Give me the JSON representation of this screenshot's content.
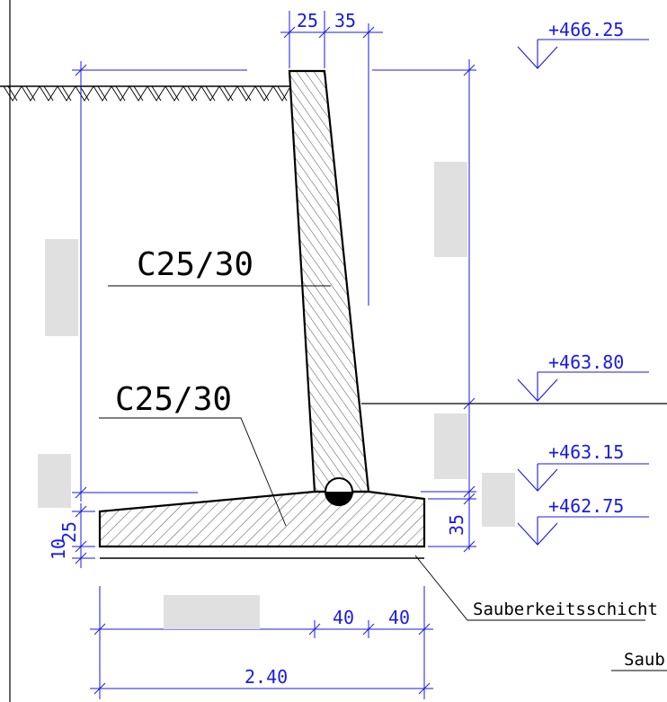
{
  "material_labels": {
    "wall": "C25/30",
    "footing": "C25/30"
  },
  "levels": {
    "top": "+466.25",
    "ground_front": "+463.80",
    "footing_top": "+463.15",
    "footing_bottom": "+462.75"
  },
  "dimensions": {
    "wall_top_width": "25",
    "wall_top_batter": "35",
    "footing_front_35": "35",
    "footing_thickness_25": "25",
    "blinding_10": "10",
    "toe_40_a": "40",
    "toe_40_b": "40",
    "total_width": "2.40"
  },
  "notes": {
    "blinding_label": "Sauberkeitsschicht",
    "blinding_label_cut": "Saub"
  },
  "colors": {
    "dimension": "#1a1ae6",
    "outline": "#000000",
    "redaction": "#e0e0e0"
  }
}
